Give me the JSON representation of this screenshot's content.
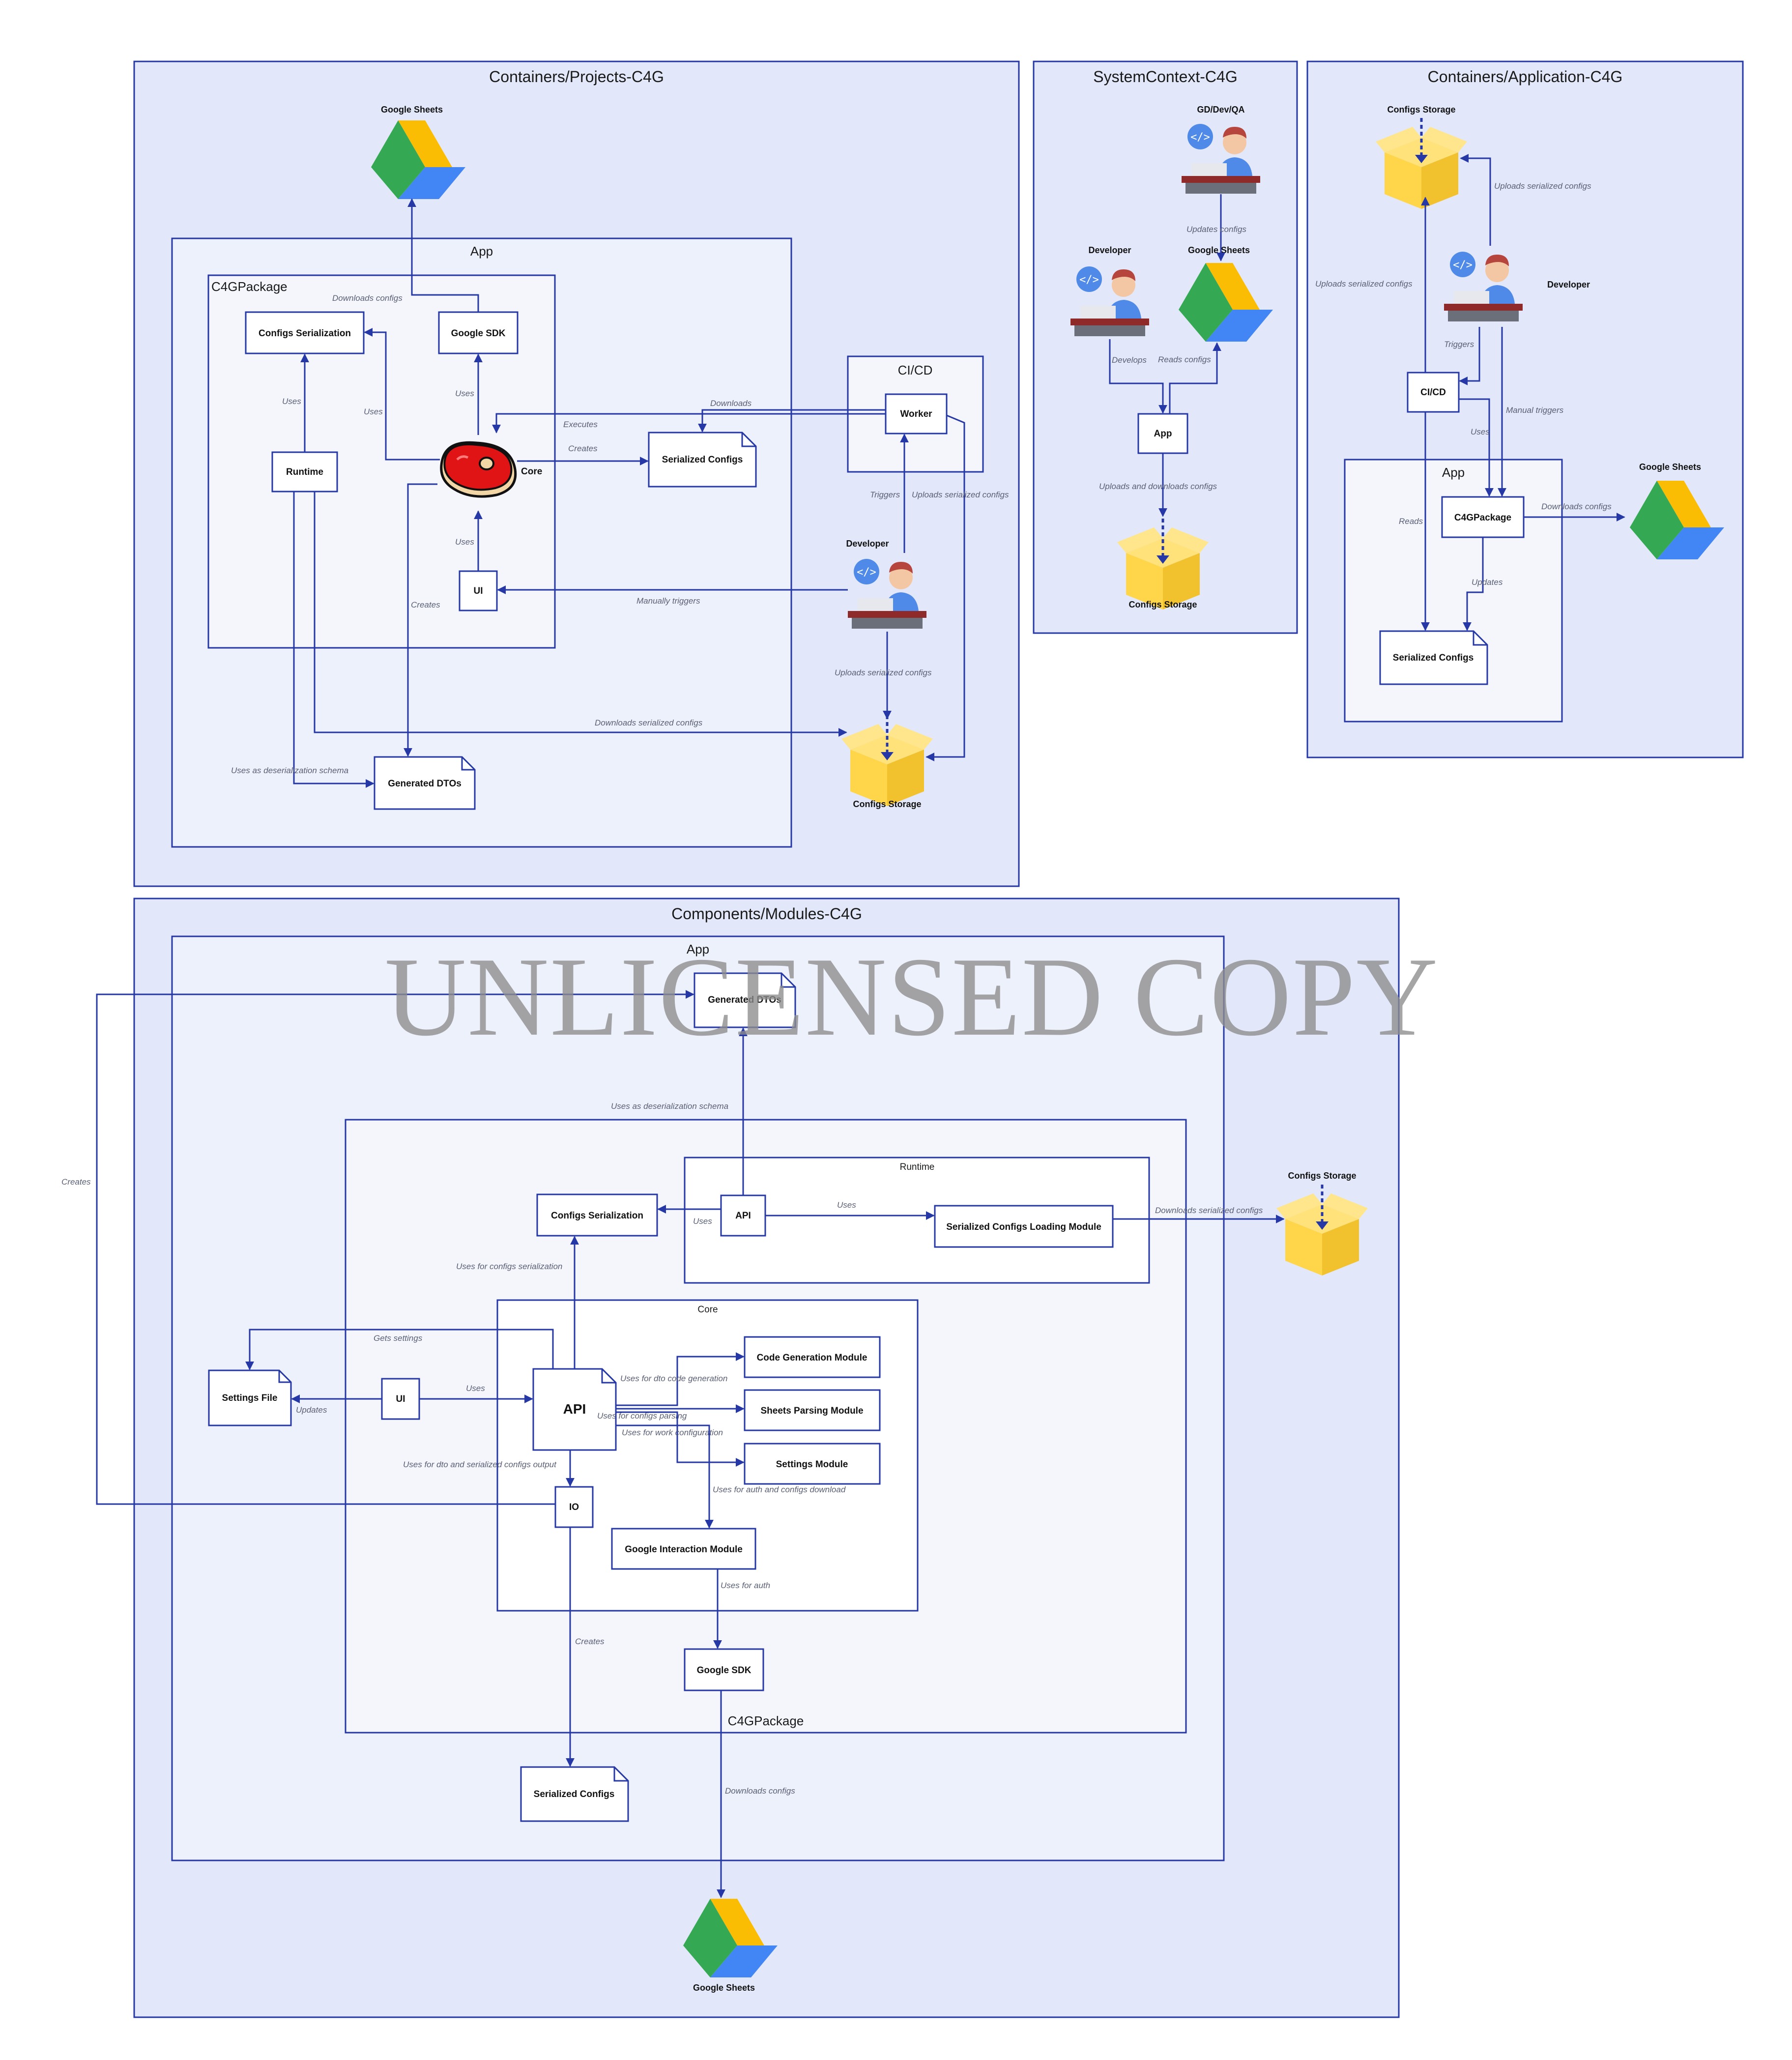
{
  "colors": {
    "frame_fill": "#e2e8f9",
    "stroke": "#2538a6",
    "label": "#5a5f75",
    "steak": "#e01414",
    "box_yellow": "#ffd54a",
    "drive_green": "#34a853",
    "drive_yellow": "#fbbc04",
    "drive_blue": "#4285f4"
  },
  "watermark": "UNLICENSED COPY",
  "projects": {
    "title": "Containers/Projects-C4G",
    "google_sheets": "Google Sheets",
    "app": "App",
    "c4gpackage": "C4GPackage",
    "configs_serialization": "Configs Serialization",
    "google_sdk": "Google SDK",
    "runtime": "Runtime",
    "core": "Core",
    "ui": "UI",
    "serialized_configs": "Serialized Configs",
    "generated_dtos": "Generated DTOs",
    "cicd": "CI/CD",
    "worker": "Worker",
    "developer": "Developer",
    "configs_storage": "Configs Storage",
    "edges": {
      "downloads_configs": "Downloads configs",
      "uses_runtime": "Uses",
      "uses_core_ser": "Uses",
      "uses_core_sdk": "Uses",
      "uses_ui_core": "Uses",
      "executes": "Executes",
      "downloads": "Downloads",
      "creates_ser": "Creates",
      "creates_dtos": "Creates",
      "triggers": "Triggers",
      "uploads_serialized": "Uploads serialized configs",
      "manually_triggers": "Manually triggers",
      "uploads_serialized_dev": "Uploads serialized configs",
      "downloads_serialized": "Downloads serialized configs",
      "uses_deserialization": "Uses as deserialization schema"
    }
  },
  "system_context": {
    "title": "SystemContext-C4G",
    "gd_dev_qa": "GD/Dev/QA",
    "updates_configs": "Updates configs",
    "developer": "Developer",
    "google_sheets": "Google Sheets",
    "develops": "Develops",
    "reads_configs": "Reads configs",
    "app": "App",
    "uploads_downloads": "Uploads and downloads configs",
    "configs_storage": "Configs Storage"
  },
  "application": {
    "title": "Containers/Application-C4G",
    "configs_storage": "Configs Storage",
    "uploads_serialized_a": "Uploads serialized configs",
    "uploads_serialized_b": "Uploads serialized configs",
    "developer": "Developer",
    "triggers": "Triggers",
    "cicd": "CI/CD",
    "manual_triggers": "Manual triggers",
    "uses": "Uses",
    "app": "App",
    "c4gpackage": "C4GPackage",
    "downloads_configs": "Downloads configs",
    "google_sheets": "Google Sheets",
    "reads": "Reads",
    "updates": "Updates",
    "serialized_configs": "Serialized Configs"
  },
  "components": {
    "title": "Components/Modules-C4G",
    "app": "App",
    "generated_dtos": "Generated DTOs",
    "uses_deserialization": "Uses as deserialization schema",
    "creates_left": "Creates",
    "runtime": "Runtime",
    "configs_serialization": "Configs Serialization",
    "api_runtime": "API",
    "uses_a": "Uses",
    "uses_b": "Uses",
    "serialized_loading": "Serialized Configs Loading Module",
    "downloads_serialized": "Downloads serialized configs",
    "configs_storage": "Configs Storage",
    "uses_for_serialization": "Uses for configs serialization",
    "core": "Core",
    "gets_settings": "Gets settings",
    "code_generation": "Code Generation Module",
    "uses_dto_codegen": "Uses for dto code generation",
    "settings_file": "Settings File",
    "ui": "UI",
    "uses_ui": "Uses",
    "api_core": "API",
    "sheets_parsing": "Sheets Parsing Module",
    "updates": "Updates",
    "uses_parsing": "Uses for configs parsing",
    "uses_work_config": "Uses for work configuration",
    "settings_module": "Settings Module",
    "uses_output": "Uses for dto and serialized configs output",
    "io": "IO",
    "uses_auth_download": "Uses for auth and configs download",
    "google_interaction": "Google Interaction Module",
    "uses_auth": "Uses for auth",
    "creates_bottom": "Creates",
    "google_sdk": "Google SDK",
    "c4gpackage": "C4GPackage",
    "serialized_configs": "Serialized Configs",
    "downloads_configs": "Downloads configs",
    "google_sheets": "Google Sheets"
  }
}
